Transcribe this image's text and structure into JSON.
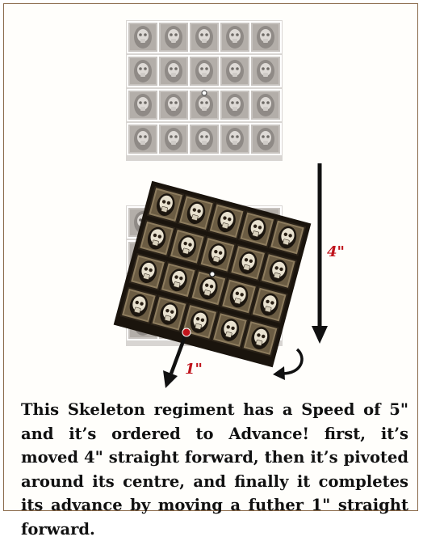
{
  "diagram": {
    "label_forward": "4\"",
    "label_final": "1\"",
    "accent_color": "#c0141c"
  },
  "caption": "This Skeleton regiment has a Speed of 5\" and it’s ordered to Advance! first, it’s moved 4\" straight forward, then it’s pivoted around its centre, and finally it completes its advance by moving a futher 1\" straight forward."
}
